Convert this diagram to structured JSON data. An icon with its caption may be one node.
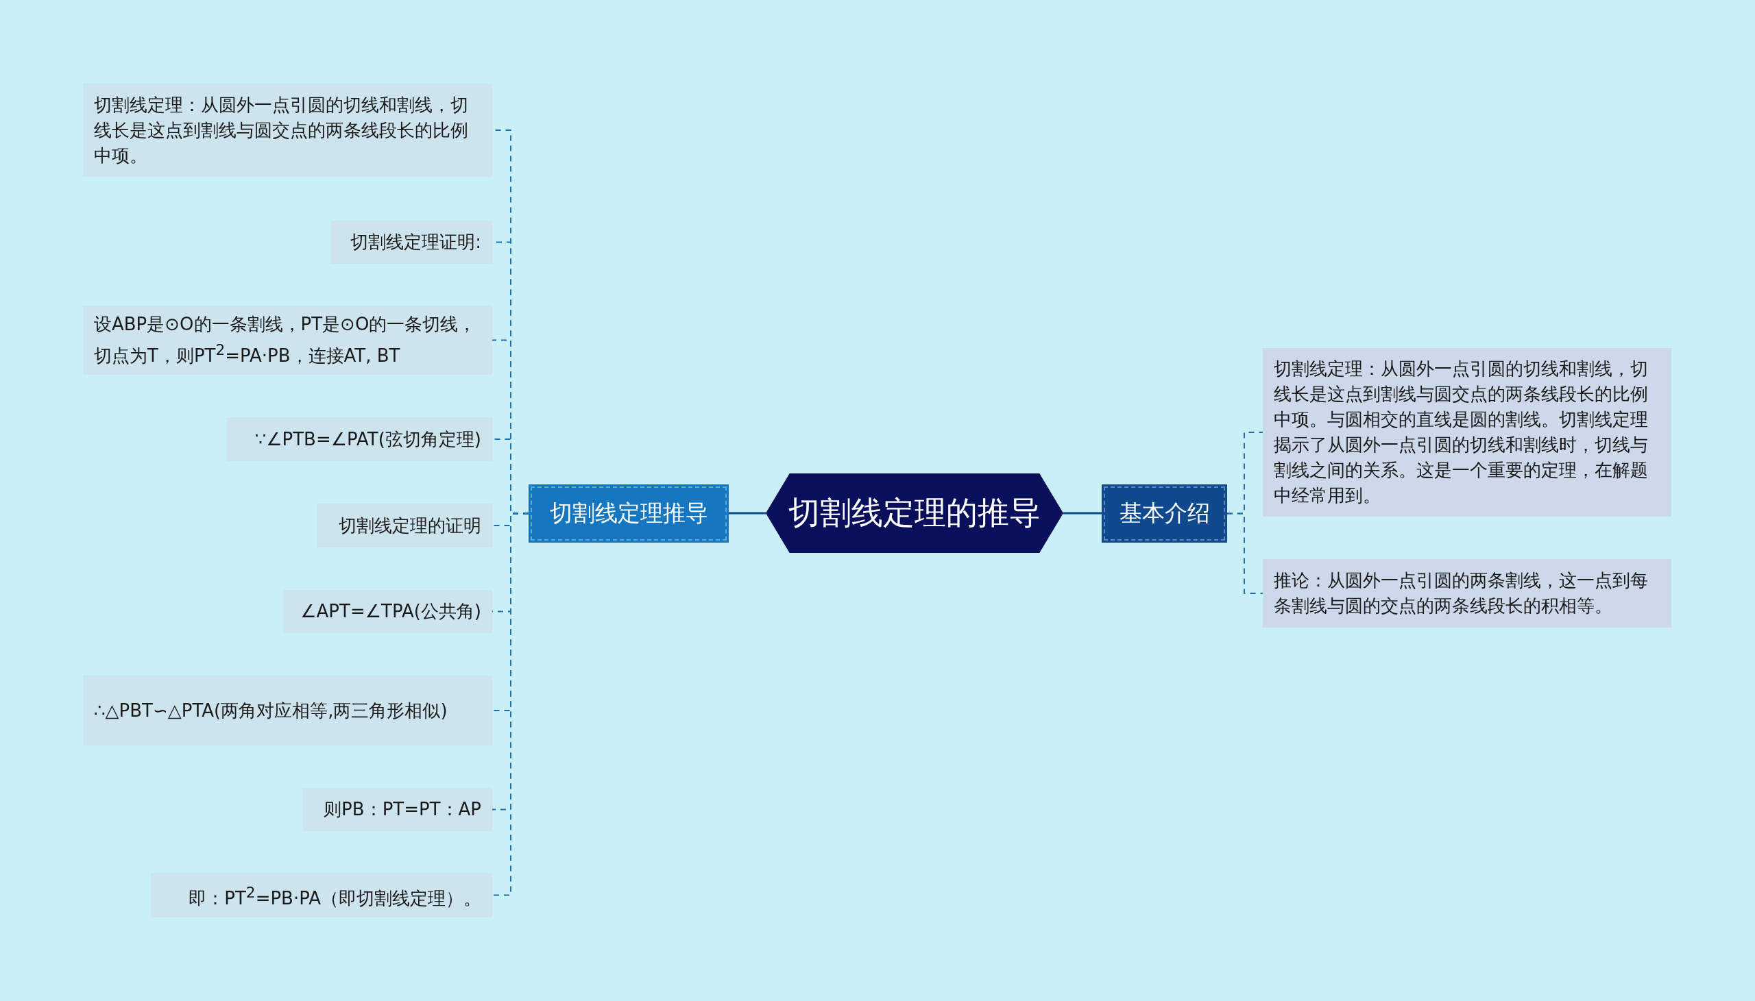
{
  "diagram": {
    "nodes": [
      {
        "text": [
          "切割线定理的推导"
        ]
      },
      {
        "text": [
          "切割线定理推导"
        ]
      },
      {
        "text": [
          "切割线定理：从圆外一点引圆的切线和割线，切线长是这点到割线与圆交点的两条线段长的比例中项。"
        ]
      },
      {
        "text": [
          "切割线定理证明:"
        ]
      },
      {
        "text": [
          "设ABP是⊙O的一条割线，PT是⊙O的一条切线，切点为T，则PT$^{2}$=PA·PB，连接AT, BT"
        ]
      },
      {
        "text": [
          "∵∠PTB=∠PAT(弦切角定理)"
        ]
      },
      {
        "text": [
          "切割线定理的证明"
        ]
      },
      {
        "text": [
          "∠APT=∠TPA(公共角)"
        ]
      },
      {
        "text": [
          "∴△PBT∽△PTA(两角对应相等,两三角形相似)"
        ]
      },
      {
        "text": [
          "则PB：PT=PT：AP"
        ]
      },
      {
        "text": [
          "即：PT$^{2}$=PB·PA（即切割线定理）。"
        ]
      },
      {
        "text": [
          "基本介绍"
        ]
      },
      {
        "text": [
          "切割线定理：从圆外一点引圆的切线和割线，切线长是这点到割线与圆交点的两条线段长的比例中项。与圆相交的直线是圆的割线。切割线定理揭示了从圆外一点引圆的切线和割线时，切线与割线之间的关系。这是一个重要的定理，在解题中经常用到。"
        ]
      },
      {
        "text": [
          "推论：从圆外一点引圆的两条割线，这一点到每条割线与圆的交点的两条线段长的积相等。"
        ]
      }
    ],
    "edges": [
      {
        "from": 0,
        "to": 1,
        "arrow": "none"
      },
      {
        "from": 1,
        "to": 2,
        "arrow": "none",
        "style": "dashed"
      },
      {
        "from": 1,
        "to": 3,
        "arrow": "none",
        "style": "dashed"
      },
      {
        "from": 1,
        "to": 4,
        "arrow": "none",
        "style": "dashed"
      },
      {
        "from": 1,
        "to": 5,
        "arrow": "none",
        "style": "dashed"
      },
      {
        "from": 1,
        "to": 6,
        "arrow": "none",
        "style": "dashed"
      },
      {
        "from": 1,
        "to": 7,
        "arrow": "none",
        "style": "dashed"
      },
      {
        "from": 1,
        "to": 8,
        "arrow": "none",
        "style": "dashed"
      },
      {
        "from": 1,
        "to": 9,
        "arrow": "none",
        "style": "dashed"
      },
      {
        "from": 1,
        "to": 10,
        "arrow": "none",
        "style": "dashed"
      },
      {
        "from": 0,
        "to": 11,
        "arrow": "none"
      },
      {
        "from": 11,
        "to": 12,
        "arrow": "none",
        "style": "dashed"
      },
      {
        "from": 11,
        "to": 13,
        "arrow": "none",
        "style": "dashed"
      }
    ]
  }
}
